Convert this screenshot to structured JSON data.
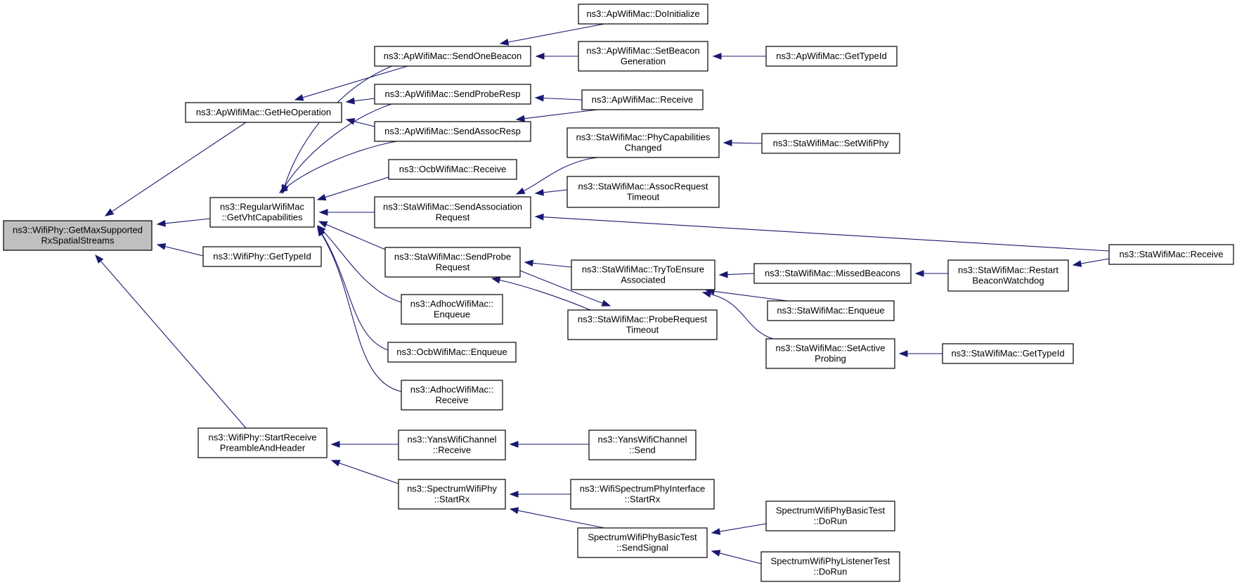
{
  "diagram": {
    "colors": {
      "edge": "#191970",
      "root_fill": "#bfbfbf",
      "node_fill": "#ffffff",
      "node_stroke": "#000000"
    },
    "nodes": [
      {
        "id": "n0",
        "lines": [
          "ns3::WifiPhy::GetMaxSupported",
          "RxSpatialStreams"
        ],
        "root": true
      },
      {
        "id": "n1",
        "lines": [
          "ns3::ApWifiMac::GetHeOperation"
        ]
      },
      {
        "id": "n2",
        "lines": [
          "ns3::RegularWifiMac",
          "::GetVhtCapabilities"
        ]
      },
      {
        "id": "n3",
        "lines": [
          "ns3::WifiPhy::GetTypeId"
        ]
      },
      {
        "id": "n4",
        "lines": [
          "ns3::WifiPhy::StartReceive",
          "PreambleAndHeader"
        ]
      },
      {
        "id": "n5",
        "lines": [
          "ns3::ApWifiMac::SendOneBeacon"
        ]
      },
      {
        "id": "n6",
        "lines": [
          "ns3::ApWifiMac::SendProbeResp"
        ]
      },
      {
        "id": "n7",
        "lines": [
          "ns3::ApWifiMac::SendAssocResp"
        ]
      },
      {
        "id": "n8",
        "lines": [
          "ns3::OcbWifiMac::Receive"
        ]
      },
      {
        "id": "n9",
        "lines": [
          "ns3::StaWifiMac::SendAssociation",
          "Request"
        ]
      },
      {
        "id": "n10",
        "lines": [
          "ns3::StaWifiMac::SendProbe",
          "Request"
        ]
      },
      {
        "id": "n11",
        "lines": [
          "ns3::AdhocWifiMac::",
          "Enqueue"
        ]
      },
      {
        "id": "n12",
        "lines": [
          "ns3::OcbWifiMac::Enqueue"
        ]
      },
      {
        "id": "n13",
        "lines": [
          "ns3::AdhocWifiMac::",
          "Receive"
        ]
      },
      {
        "id": "n14",
        "lines": [
          "ns3::YansWifiChannel",
          "::Receive"
        ]
      },
      {
        "id": "n15",
        "lines": [
          "ns3::SpectrumWifiPhy",
          "::StartRx"
        ]
      },
      {
        "id": "n16",
        "lines": [
          "ns3::ApWifiMac::DoInitialize"
        ]
      },
      {
        "id": "n17",
        "lines": [
          "ns3::ApWifiMac::SetBeacon",
          "Generation"
        ]
      },
      {
        "id": "n18",
        "lines": [
          "ns3::ApWifiMac::Receive"
        ]
      },
      {
        "id": "n19",
        "lines": [
          "ns3::StaWifiMac::PhyCapabilities",
          "Changed"
        ]
      },
      {
        "id": "n20",
        "lines": [
          "ns3::StaWifiMac::AssocRequest",
          "Timeout"
        ]
      },
      {
        "id": "n21",
        "lines": [
          "ns3::StaWifiMac::TryToEnsure",
          "Associated"
        ]
      },
      {
        "id": "n22",
        "lines": [
          "ns3::StaWifiMac::ProbeRequest",
          "Timeout"
        ]
      },
      {
        "id": "n23",
        "lines": [
          "ns3::YansWifiChannel",
          "::Send"
        ]
      },
      {
        "id": "n24",
        "lines": [
          "ns3::WifiSpectrumPhyInterface",
          "::StartRx"
        ]
      },
      {
        "id": "n25",
        "lines": [
          "SpectrumWifiPhyBasicTest",
          "::SendSignal"
        ]
      },
      {
        "id": "n26",
        "lines": [
          "ns3::ApWifiMac::GetTypeId"
        ]
      },
      {
        "id": "n27",
        "lines": [
          "ns3::StaWifiMac::SetWifiPhy"
        ]
      },
      {
        "id": "n28",
        "lines": [
          "ns3::StaWifiMac::MissedBeacons"
        ]
      },
      {
        "id": "n29",
        "lines": [
          "ns3::StaWifiMac::Enqueue"
        ]
      },
      {
        "id": "n30",
        "lines": [
          "ns3::StaWifiMac::SetActive",
          "Probing"
        ]
      },
      {
        "id": "n31",
        "lines": [
          "SpectrumWifiPhyBasicTest",
          "::DoRun"
        ]
      },
      {
        "id": "n32",
        "lines": [
          "SpectrumWifiPhyListenerTest",
          "::DoRun"
        ]
      },
      {
        "id": "n33",
        "lines": [
          "ns3::StaWifiMac::Restart",
          "BeaconWatchdog"
        ]
      },
      {
        "id": "n34",
        "lines": [
          "ns3::StaWifiMac::GetTypeId"
        ]
      },
      {
        "id": "n35",
        "lines": [
          "ns3::StaWifiMac::Receive"
        ]
      }
    ],
    "edges": [
      {
        "from": "n1",
        "to": "n0"
      },
      {
        "from": "n2",
        "to": "n0"
      },
      {
        "from": "n3",
        "to": "n0"
      },
      {
        "from": "n4",
        "to": "n0"
      },
      {
        "from": "n5",
        "to": "n1"
      },
      {
        "from": "n6",
        "to": "n1"
      },
      {
        "from": "n7",
        "to": "n1"
      },
      {
        "from": "n5",
        "to": "n2"
      },
      {
        "from": "n6",
        "to": "n2"
      },
      {
        "from": "n7",
        "to": "n2"
      },
      {
        "from": "n8",
        "to": "n2"
      },
      {
        "from": "n9",
        "to": "n2"
      },
      {
        "from": "n10",
        "to": "n2"
      },
      {
        "from": "n11",
        "to": "n2"
      },
      {
        "from": "n12",
        "to": "n2"
      },
      {
        "from": "n13",
        "to": "n2"
      },
      {
        "from": "n14",
        "to": "n4"
      },
      {
        "from": "n15",
        "to": "n4"
      },
      {
        "from": "n16",
        "to": "n5"
      },
      {
        "from": "n17",
        "to": "n5"
      },
      {
        "from": "n26",
        "to": "n17"
      },
      {
        "from": "n18",
        "to": "n6"
      },
      {
        "from": "n18",
        "to": "n7"
      },
      {
        "from": "n19",
        "to": "n9"
      },
      {
        "from": "n20",
        "to": "n9"
      },
      {
        "from": "n35",
        "to": "n9"
      },
      {
        "from": "n27",
        "to": "n19"
      },
      {
        "from": "n21",
        "to": "n10"
      },
      {
        "from": "n22",
        "to": "n10"
      },
      {
        "from": "n10",
        "to": "n22"
      },
      {
        "from": "n28",
        "to": "n21"
      },
      {
        "from": "n29",
        "to": "n21"
      },
      {
        "from": "n30",
        "to": "n21"
      },
      {
        "from": "n33",
        "to": "n28"
      },
      {
        "from": "n35",
        "to": "n33"
      },
      {
        "from": "n34",
        "to": "n30"
      },
      {
        "from": "n23",
        "to": "n14"
      },
      {
        "from": "n24",
        "to": "n15"
      },
      {
        "from": "n25",
        "to": "n15"
      },
      {
        "from": "n31",
        "to": "n25"
      },
      {
        "from": "n32",
        "to": "n25"
      }
    ]
  }
}
